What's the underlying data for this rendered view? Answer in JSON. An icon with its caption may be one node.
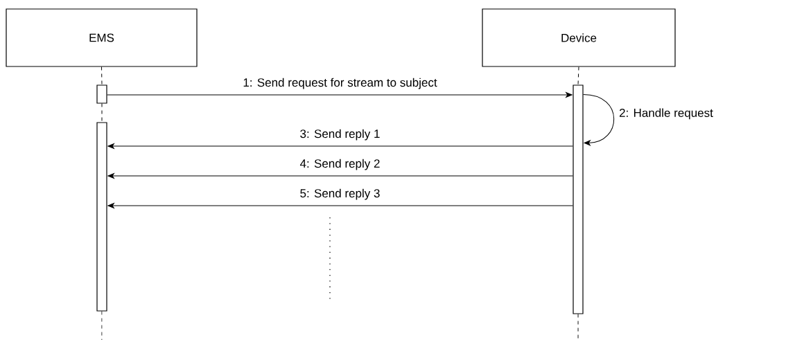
{
  "diagram": {
    "nodes": [
      {
        "text": [
          "EMS"
        ]
      },
      {
        "text": [
          "Device"
        ]
      },
      {
        "text": [],
        "shape": "bar"
      },
      {
        "text": [],
        "shape": "bar"
      },
      {
        "text": [],
        "shape": "bar"
      }
    ],
    "edges": [
      {
        "from": 0,
        "to": 2,
        "arrow": "none",
        "style": "dashed"
      },
      {
        "from": 2,
        "to": 3,
        "arrow": "none",
        "style": "dashed"
      },
      {
        "from": 3,
        "to": null,
        "arrow": "none",
        "style": "dashed"
      },
      {
        "from": 1,
        "to": 4,
        "arrow": "none",
        "style": "dashed"
      },
      {
        "from": 4,
        "to": null,
        "arrow": "none",
        "style": "dashed"
      },
      {
        "from": 2,
        "to": 4,
        "arrow": "to",
        "label": "1: Send request for stream to subject"
      },
      {
        "from": 4,
        "to": 4,
        "arrow": "to",
        "label": "2: Handle request"
      },
      {
        "from": 4,
        "to": 3,
        "arrow": "to",
        "label": "3: Send reply 1"
      },
      {
        "from": 4,
        "to": 3,
        "arrow": "to",
        "label": "4: Send reply 2"
      },
      {
        "from": 4,
        "to": 3,
        "arrow": "to",
        "label": "5: Send reply 3"
      }
    ]
  }
}
